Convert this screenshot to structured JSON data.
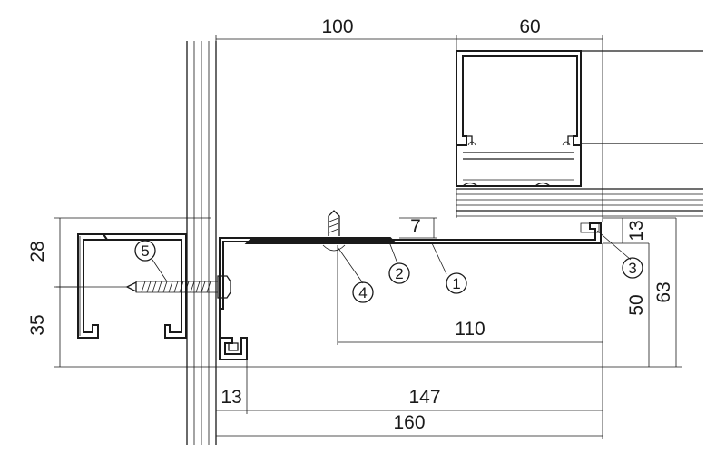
{
  "dimensions": {
    "top_100": "100",
    "top_60": "60",
    "left_28": "28",
    "left_35": "35",
    "d_7": "7",
    "d_13_right": "13",
    "d_50": "50",
    "d_63": "63",
    "d_110": "110",
    "d_13_bottom": "13",
    "d_147": "147",
    "d_160": "160"
  },
  "callouts": {
    "c1": "1",
    "c2": "2",
    "c3": "3",
    "c4": "4",
    "c5": "5"
  }
}
